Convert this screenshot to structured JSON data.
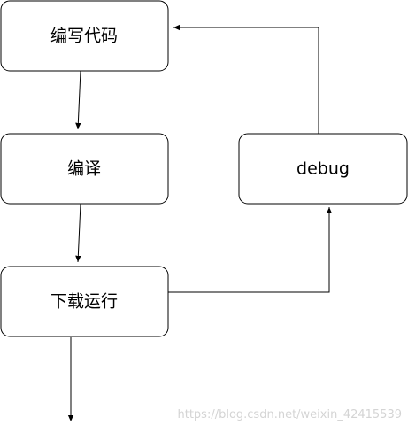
{
  "nodes": {
    "write_code": "编写代码",
    "compile": "编译",
    "download_run": "下载运行",
    "debug": "debug"
  },
  "watermark": "https://blog.csdn.net/weixin_42415539",
  "colors": {
    "stroke": "#000000",
    "fill": "#ffffff",
    "watermark": "#d4d4d4"
  }
}
